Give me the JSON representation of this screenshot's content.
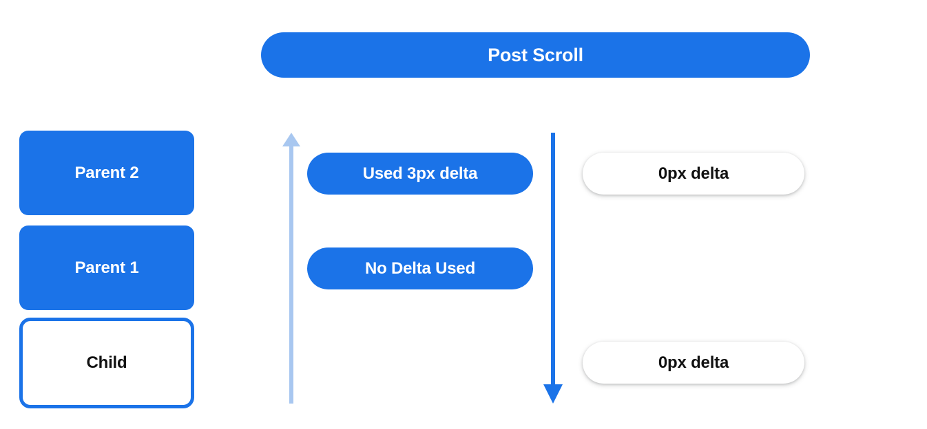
{
  "header": {
    "title": "Post Scroll"
  },
  "colors": {
    "brand_blue": "#1b73e8",
    "light_blue_arrow": "#a8c7f0",
    "text_dark": "#111111",
    "text_light": "#ffffff",
    "background": "#ffffff"
  },
  "left_stack": {
    "boxes": [
      {
        "label": "Parent 2",
        "style": "filled"
      },
      {
        "label": "Parent 1",
        "style": "filled"
      },
      {
        "label": "Child",
        "style": "outlined"
      }
    ]
  },
  "arrows": [
    {
      "name": "scroll-up-arrow",
      "direction": "up",
      "color": "#a8c7f0"
    },
    {
      "name": "scroll-down-arrow",
      "direction": "down",
      "color": "#1b73e8"
    }
  ],
  "middle_column": {
    "pills": [
      {
        "label": "Used 3px delta"
      },
      {
        "label": "No Delta Used"
      }
    ]
  },
  "right_column": {
    "pills": [
      {
        "label": "0px delta"
      },
      {
        "label": "0px delta"
      }
    ]
  }
}
